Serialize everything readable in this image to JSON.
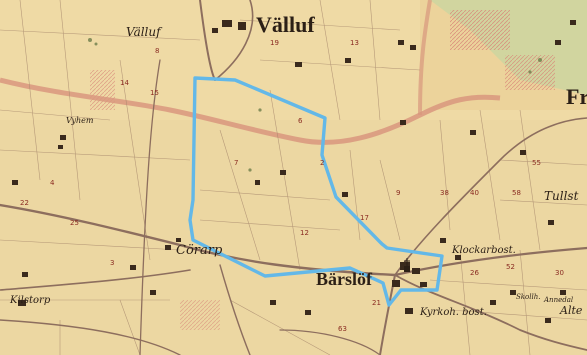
{
  "map": {
    "labels": {
      "valluf_italic": "Välluf",
      "valluf_big": "Välluf",
      "fr": "Fr",
      "vyhem": "Vyhem",
      "corarp": "Cörarp",
      "barslov": "Bärslöf",
      "klockarbost": "Klockarbost.",
      "kyrkoh_bost": "Kyrkoh. bost.",
      "tullst": "Tullst",
      "kilstorp": "Kilstorp",
      "skollh": "Skollh.",
      "annedal": "Annedal",
      "alte": "Alte"
    },
    "parcel_numbers": [
      "8",
      "15",
      "14",
      "22",
      "2",
      "6",
      "7",
      "9",
      "40",
      "58",
      "55",
      "21",
      "26",
      "30",
      "12",
      "17",
      "3",
      "25",
      "4",
      "63",
      "52",
      "38",
      "19",
      "13"
    ],
    "colors": {
      "paper": "#ecd7a2",
      "road": "#8d6e5e",
      "parish_border": "#d9977e",
      "highlight": "#63b8e8",
      "ink": "#2b1f16",
      "parcel_ink": "#8a2b22",
      "green_strip": "#c8d6a0"
    }
  }
}
